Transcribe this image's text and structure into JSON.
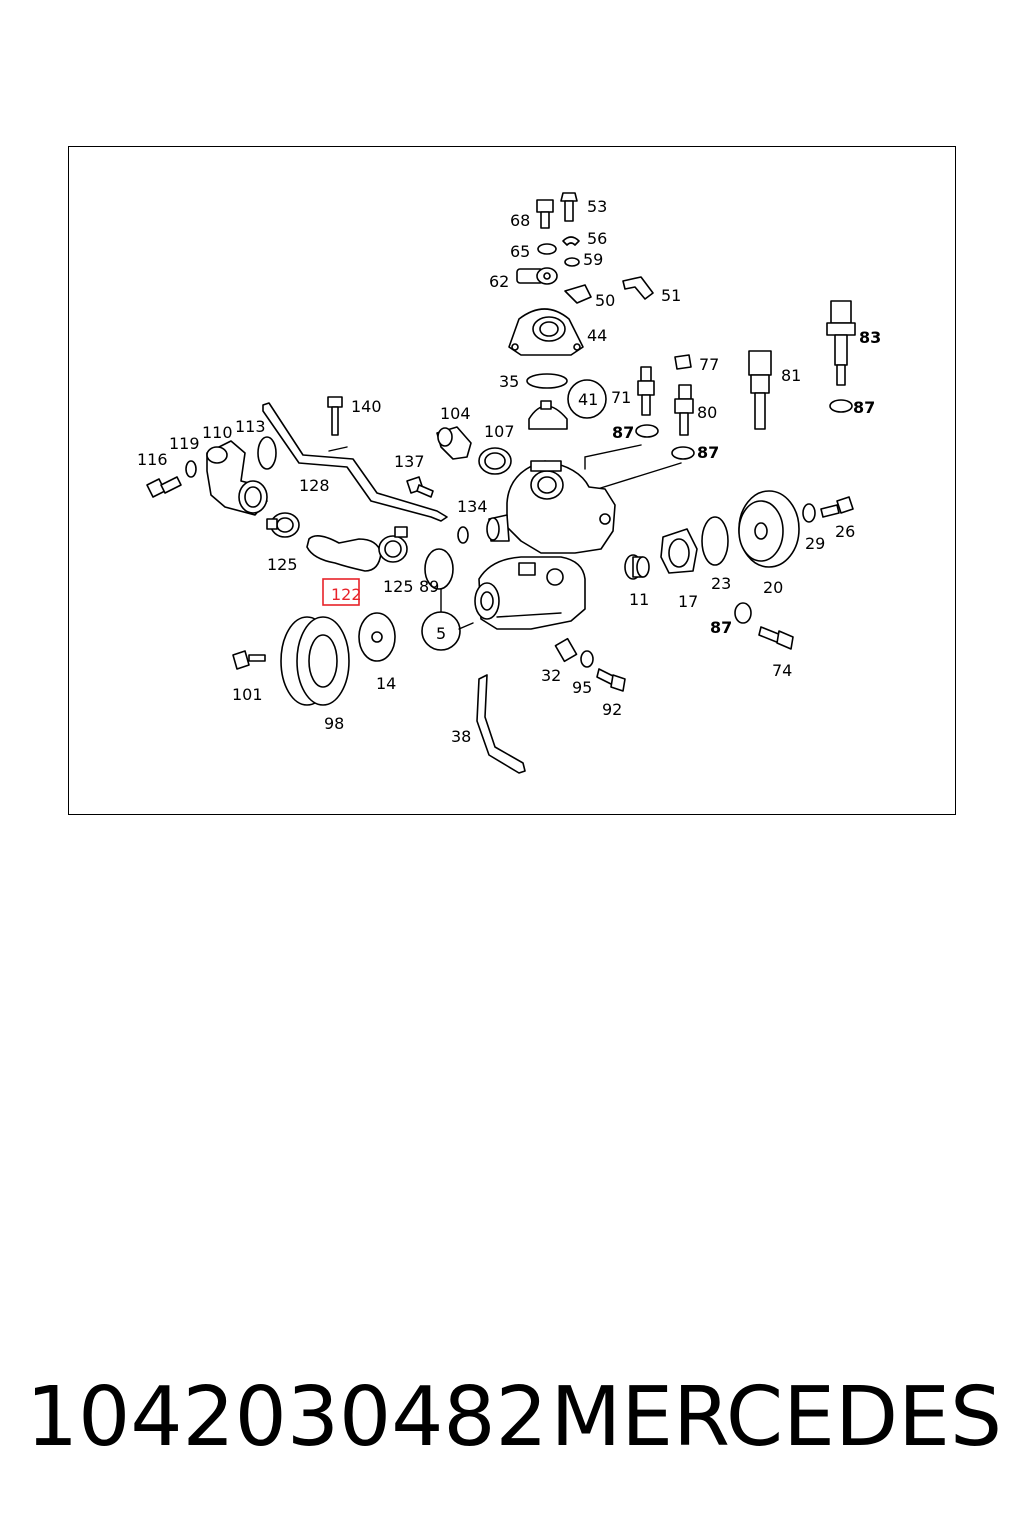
{
  "diagram": {
    "callouts": {
      "c68": "68",
      "c53": "53",
      "c65": "65",
      "c56": "56",
      "c62": "62",
      "c59": "59",
      "c50": "50",
      "c51": "51",
      "c44": "44",
      "c83": "83",
      "c77": "77",
      "c81": "81",
      "c35": "35",
      "c41": "41",
      "c71": "71",
      "c80": "80",
      "c87a": "87",
      "c87b": "87",
      "c87c": "87",
      "c87d": "87",
      "c140": "140",
      "c104": "104",
      "c107": "107",
      "c113": "113",
      "c110": "110",
      "c119": "119",
      "c116": "116",
      "c137": "137",
      "c128": "128",
      "c134": "134",
      "c26": "26",
      "c29": "29",
      "c125a": "125",
      "c125b": "125",
      "c89": "89",
      "c122": "122",
      "c5": "5",
      "c11": "11",
      "c17": "17",
      "c23": "23",
      "c20": "20",
      "c74": "74",
      "c101": "101",
      "c14": "14",
      "c98": "98",
      "c32": "32",
      "c95": "95",
      "c92": "92",
      "c38": "38"
    },
    "highlighted_part": "122",
    "highlight_color": "#e8232a"
  },
  "footer": {
    "part_number": "1042030482",
    "brand": "MERCEDES"
  }
}
